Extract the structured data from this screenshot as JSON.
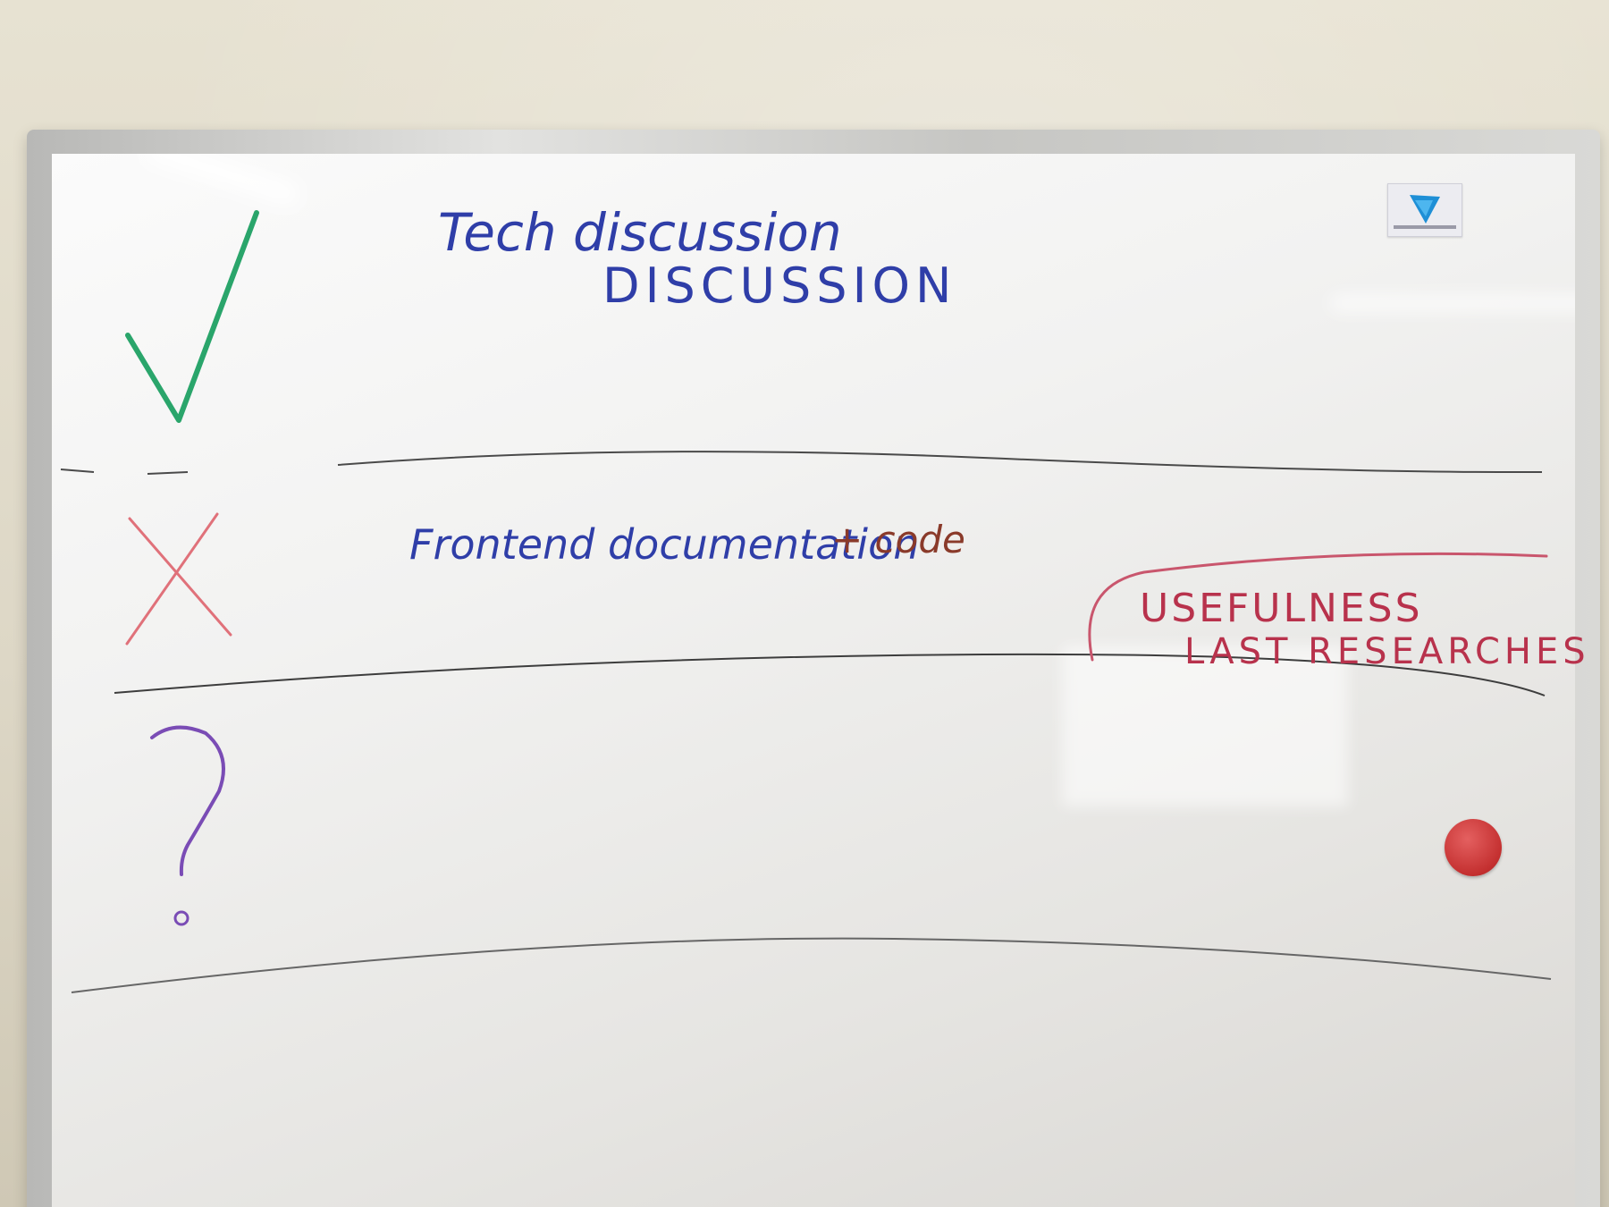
{
  "whiteboard": {
    "row_1": {
      "symbol": "checkmark",
      "symbol_color": "#2aa56b",
      "line_1": "Tech discussion",
      "line_2": "DISCUSSION"
    },
    "row_2": {
      "symbol": "cross",
      "symbol_color": "#e0717a",
      "text_blue": "Frontend documentation",
      "text_brown": "+ code",
      "bubble_line_1": "USEFULNESS",
      "bubble_line_2": "LAST RESEARCHES"
    },
    "row_3": {
      "symbol": "question-mark",
      "symbol_color": "#7a4cb5"
    }
  },
  "colors": {
    "blue_marker": "#2f3ea8",
    "brown_marker": "#8a3a2a",
    "red_marker": "#b8324c",
    "magnet": "#c43030",
    "frame": "#c8c8c5"
  }
}
